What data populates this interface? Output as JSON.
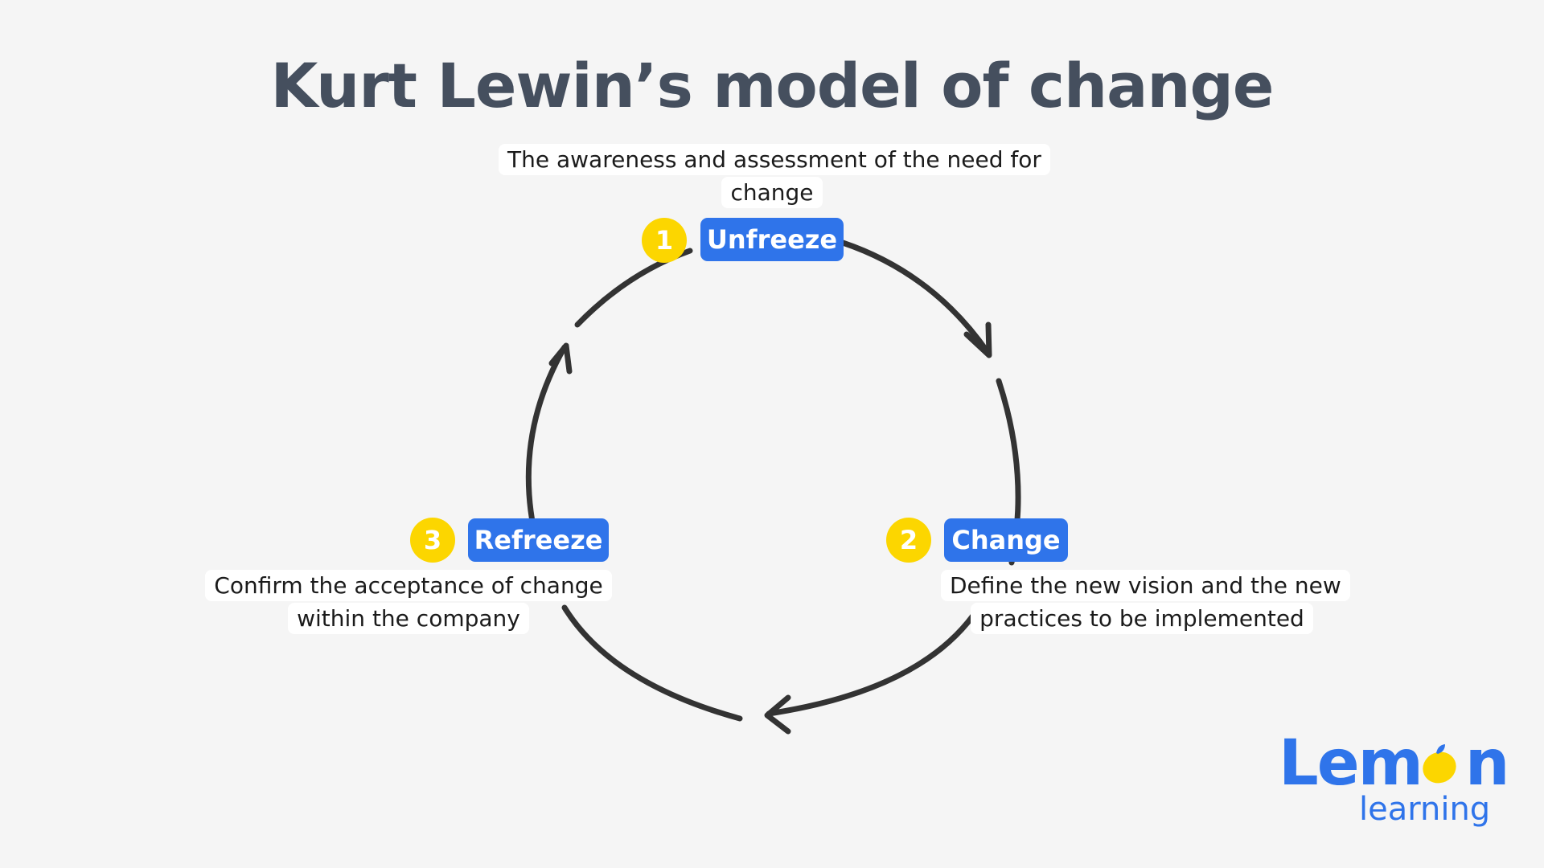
{
  "title": "Kurt Lewin’s model of change",
  "steps": [
    {
      "number": "1",
      "label": "Unfreeze",
      "description": "The awareness and assessment of the need for change"
    },
    {
      "number": "2",
      "label": "Change",
      "description": "Define the new vision and the new practices to be implemented"
    },
    {
      "number": "3",
      "label": "Refreeze",
      "description": "Confirm the acceptance of change within the company"
    }
  ],
  "logo": {
    "word_left": "Lem",
    "word_right": "n",
    "sub": "learning",
    "icon": "lemon-icon"
  },
  "colors": {
    "background": "#f5f5f5",
    "title": "#454f5e",
    "stage_label": "#2f74ea",
    "number_badge": "#fcd600",
    "arrow": "#333333"
  }
}
